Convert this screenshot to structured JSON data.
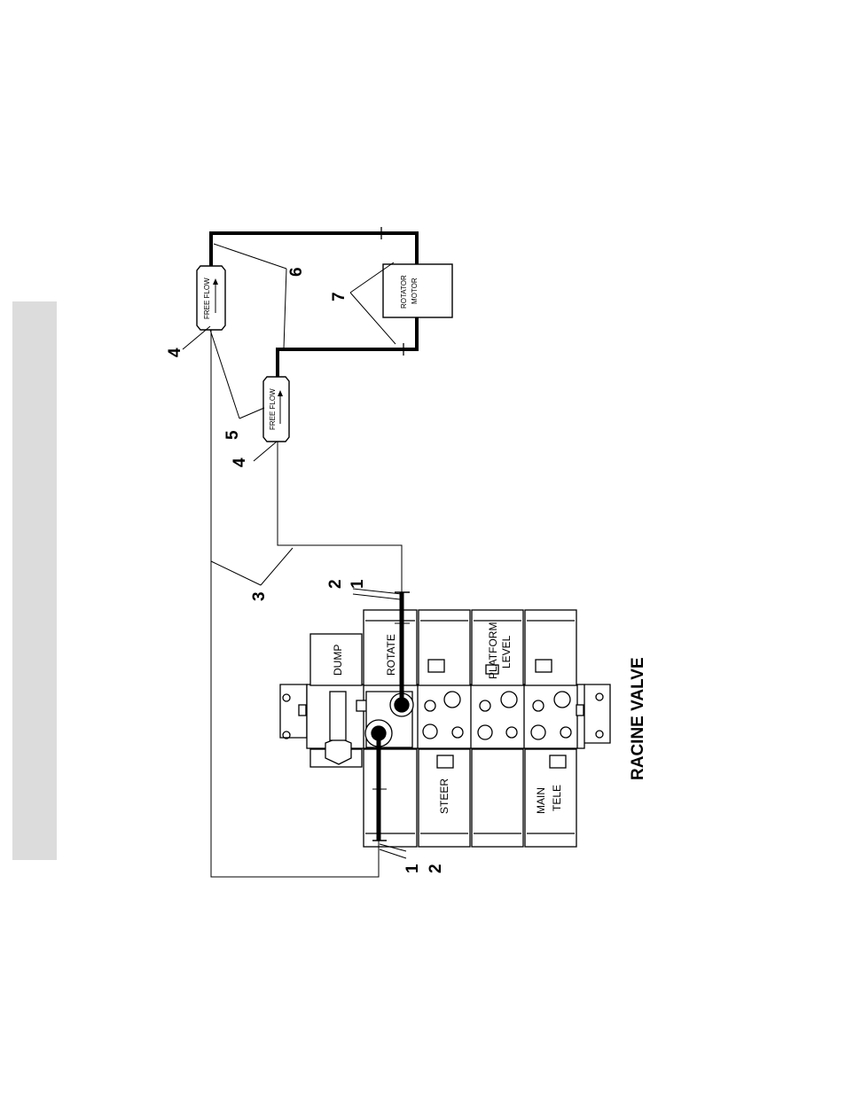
{
  "sections": {
    "dump": "DUMP",
    "rotate": "ROTATE",
    "steer": "STEER",
    "platform_level": [
      "PLATFORM",
      "LEVEL"
    ],
    "main_tele": [
      "MAIN",
      "TELE"
    ]
  },
  "valves": {
    "free_flow_upper": "FREE FLOW",
    "free_flow_lower": "FREE FLOW"
  },
  "motor": [
    "ROTATOR",
    "MOTOR"
  ],
  "callouts": {
    "c1_top": "1",
    "c2_top": "2",
    "c1_bottom": "1",
    "c2_bottom": "2",
    "c3": "3",
    "c4_upper": "4",
    "c4_lower": "4",
    "c5": "5",
    "c6": "6",
    "c7": "7"
  },
  "title": "RACINE VALVE",
  "colors": {
    "line": "#000000",
    "side_tab": "#dcdcdc"
  }
}
